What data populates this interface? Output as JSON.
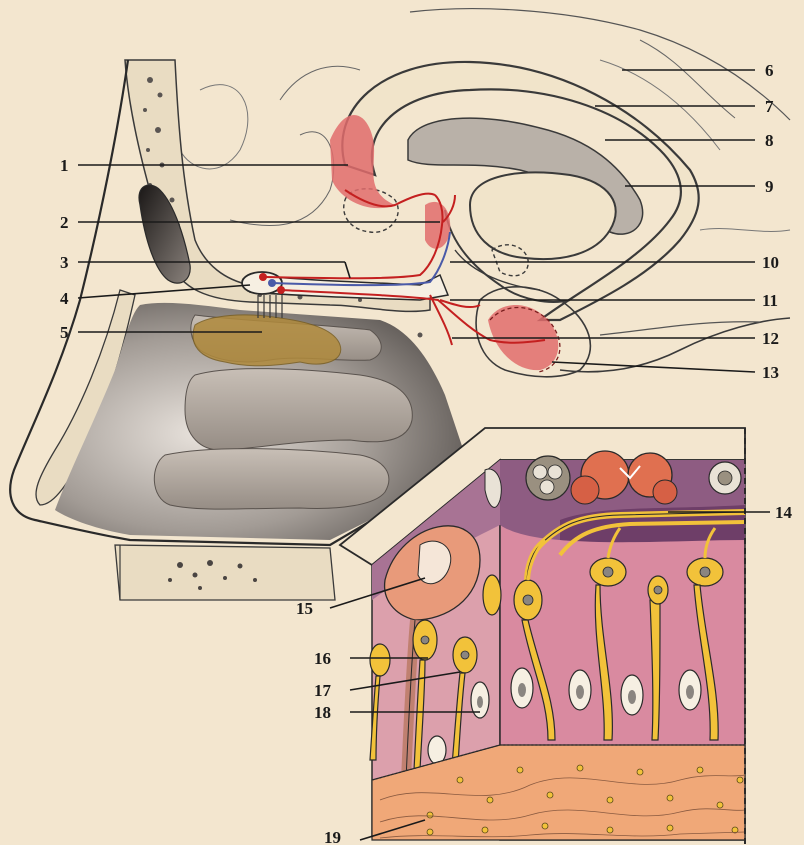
{
  "diagram": {
    "labels": [
      "1",
      "2",
      "3",
      "4",
      "5",
      "6",
      "7",
      "8",
      "9",
      "10",
      "11",
      "12",
      "13",
      "14",
      "15",
      "16",
      "17",
      "18",
      "19"
    ]
  },
  "colors": {
    "background": "#f3e6cf",
    "bone": "#e9dcc2",
    "nasal_cavity": "#8c8580",
    "olfactory_area": "#b08a3c",
    "nerve_red": "#c42020",
    "nerve_blue": "#4a5aa8",
    "highlight_pink": "#e06c6c",
    "receptor_cell": "#f2c23a",
    "tissue_pink": "#d98aa0",
    "tissue_purple": "#8e5c82",
    "basal_orange": "#f0a878"
  }
}
